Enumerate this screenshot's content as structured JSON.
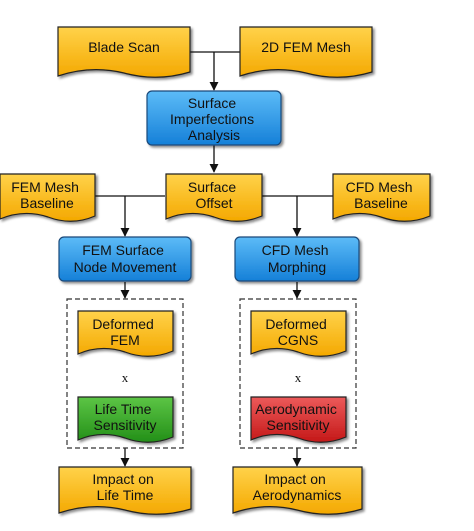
{
  "nodes": {
    "blade_scan": "Blade Scan",
    "fem_mesh_2d": "2D FEM Mesh",
    "surface_imperfections": [
      "Surface",
      "Imperfections",
      "Analysis"
    ],
    "fem_mesh_baseline": [
      "FEM Mesh",
      "Baseline"
    ],
    "surface_offset": [
      "Surface",
      "Offset"
    ],
    "cfd_mesh_baseline": [
      "CFD Mesh",
      "Baseline"
    ],
    "fem_surface_node_movement": [
      "FEM Surface",
      "Node Movement"
    ],
    "cfd_mesh_morphing": [
      "CFD Mesh",
      "Morphing"
    ],
    "deformed_fem": [
      "Deformed",
      "FEM"
    ],
    "deformed_cgns": [
      "Deformed",
      "CGNS"
    ],
    "multiply_left": "x",
    "multiply_right": "x",
    "life_time_sensitivity": [
      "Life Time",
      "Sensitivity"
    ],
    "aerodynamic_sensitivity": [
      "Aerodynamic",
      "Sensitivity"
    ],
    "impact_life_time": [
      "Impact on",
      "Life Time"
    ],
    "impact_aerodynamics": [
      "Impact on",
      "Aerodynamics"
    ]
  },
  "colors": {
    "document_fill": "#F8B100",
    "document_fill_light": "#FFD24A",
    "process_fill": "#1C8FE0",
    "process_fill_light": "#55B6F5",
    "green_fill": "#2FA022",
    "green_fill_light": "#55C040",
    "red_fill": "#D42020",
    "red_fill_light": "#E85050",
    "stroke": "#222222"
  }
}
